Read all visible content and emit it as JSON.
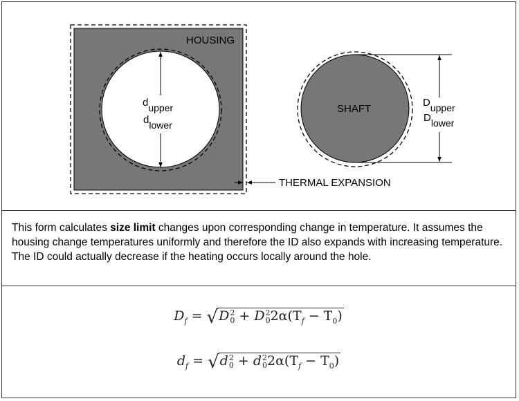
{
  "diagram": {
    "housing_label": "HOUSING",
    "hole_upper_label": {
      "base": "d",
      "sub": "upper"
    },
    "hole_lower_label": {
      "base": "d",
      "sub": "lower"
    },
    "shaft_label": "SHAFT",
    "shaft_upper_label": {
      "base": "D",
      "sub": "upper"
    },
    "shaft_lower_label": {
      "base": "D",
      "sub": "lower"
    },
    "thermal_label": "THERMAL EXPANSION",
    "colors": {
      "fill": "#777777",
      "line": "#000000"
    }
  },
  "description": {
    "before_bold": "This form calculates ",
    "bold": "size limit",
    "after_bold": " changes upon corresponding change in temperature. It assumes the housing change temperatures uniformly and therefore the ID also expands with increasing temperature. The ID could actually decrease if the heating occurs locally around the hole."
  },
  "formulas": [
    {
      "lhs": "D",
      "lhs_sub": "f",
      "var": "D",
      "sup": "2",
      "sub": "0",
      "rest": "2α(T",
      "tf_sub": "f",
      "minus": " − T",
      "t0_sub": "0",
      "close": ")"
    },
    {
      "lhs": "d",
      "lhs_sub": "f",
      "var": "d",
      "sup": "2",
      "sub": "0",
      "rest": "2α(T",
      "tf_sub": "f",
      "minus": " − T",
      "t0_sub": "0",
      "close": ")"
    }
  ]
}
